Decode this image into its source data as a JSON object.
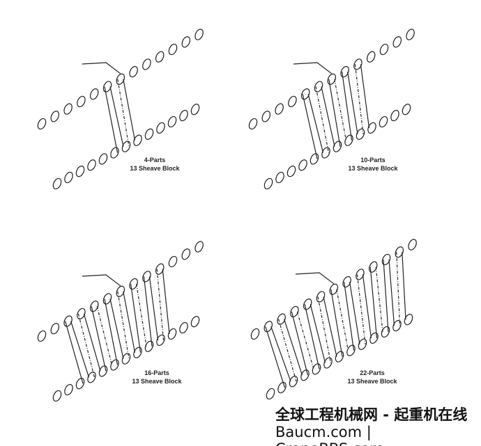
{
  "panels": [
    {
      "parts": 4,
      "label": "4-Parts",
      "sub": "13 Sheave Block"
    },
    {
      "parts": 10,
      "label": "10-Parts",
      "sub": "13 Sheave Block"
    },
    {
      "parts": 16,
      "label": "16-Parts",
      "sub": "13 Sheave Block"
    },
    {
      "parts": 22,
      "label": "22-Parts",
      "sub": "13 Sheave Block"
    }
  ],
  "watermark": {
    "line1": "全球工程机械网 - 起重机在线",
    "line2": "Baucm.com | CraneBBS.com"
  }
}
